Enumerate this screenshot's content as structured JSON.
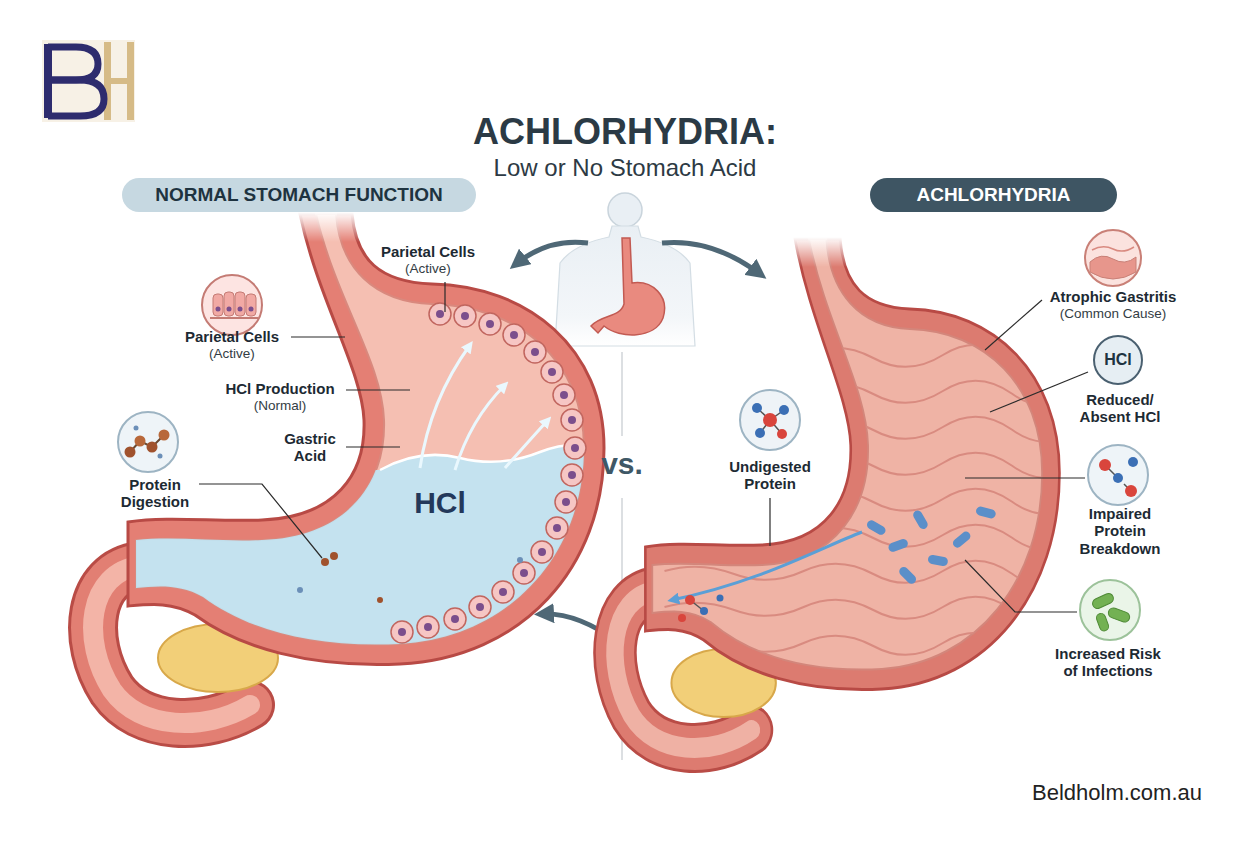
{
  "diagram": {
    "title": "ACHLORHYDRIA:",
    "nodes": [
      {
        "text": [
          "NORMAL STOMACH FUNCTION"
        ]
      },
      {
        "text": [
          "ACHLORHYDRIA"
        ]
      },
      {
        "text": [
          "HCl",
          "Reduced/ Absent HCl"
        ]
      }
    ],
    "labels": [
      "Low or No Stomach Acid",
      "Parietal Cells",
      "(Active)",
      "Parietal Cells",
      "(Active)",
      "HCl Production",
      "(Normal)",
      "Gastric Acid",
      "Protein Digestion",
      "HCl",
      "vs.",
      "Undigested Protein",
      "Atrophic Gastritis",
      "(Common Cause)",
      "Impaired Protein Breakdown",
      "Increased Risk of Infections",
      "Beldholm.com.au"
    ]
  }
}
